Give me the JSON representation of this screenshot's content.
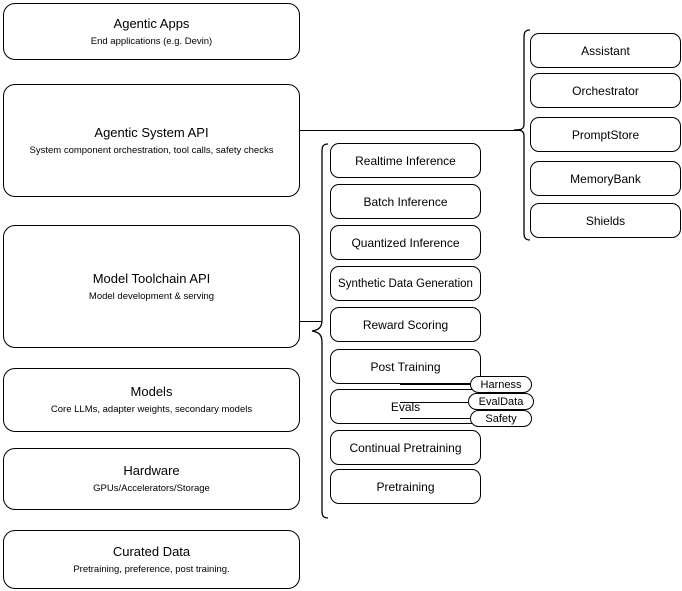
{
  "diagram": {
    "title": "Llama Stack layered architecture diagram",
    "stroke_color": "#000000",
    "background_color": "#ffffff"
  },
  "layers": [
    {
      "id": "agentic-apps",
      "title": "Agentic Apps",
      "subtitle": "End applications (e.g. Devin)"
    },
    {
      "id": "agentic-system-api",
      "title": "Agentic System API",
      "subtitle": "System component orchestration, tool calls, safety checks"
    },
    {
      "id": "model-toolchain-api",
      "title": "Model Toolchain API",
      "subtitle": "Model development & serving"
    },
    {
      "id": "models",
      "title": "Models",
      "subtitle": "Core LLMs, adapter weights, secondary models"
    },
    {
      "id": "hardware",
      "title": "Hardware",
      "subtitle": "GPUs/Accelerators/Storage"
    },
    {
      "id": "curated-data",
      "title": "Curated Data",
      "subtitle": "Pretraining, preference, post training."
    }
  ],
  "toolchain_components": [
    {
      "id": "realtime-inference",
      "label": "Realtime Inference"
    },
    {
      "id": "batch-inference",
      "label": "Batch Inference"
    },
    {
      "id": "quantized-inference",
      "label": "Quantized Inference"
    },
    {
      "id": "synthetic-data-generation",
      "label": "Synthetic Data Generation"
    },
    {
      "id": "reward-scoring",
      "label": "Reward Scoring"
    },
    {
      "id": "post-training",
      "label": "Post Training"
    },
    {
      "id": "evals",
      "label": "Evals"
    },
    {
      "id": "continual-pretraining",
      "label": "Continual Pretraining"
    },
    {
      "id": "pretraining",
      "label": "Pretraining"
    }
  ],
  "agentic_components": [
    {
      "id": "assistant",
      "label": "Assistant"
    },
    {
      "id": "orchestrator",
      "label": "Orchestrator"
    },
    {
      "id": "promptstore",
      "label": "PromptStore"
    },
    {
      "id": "memorybank",
      "label": "MemoryBank"
    },
    {
      "id": "shields",
      "label": "Shields"
    }
  ],
  "eval_pills": [
    {
      "id": "harness",
      "label": "Harness"
    },
    {
      "id": "evaldata",
      "label": "EvalData"
    },
    {
      "id": "safety",
      "label": "Safety"
    }
  ]
}
